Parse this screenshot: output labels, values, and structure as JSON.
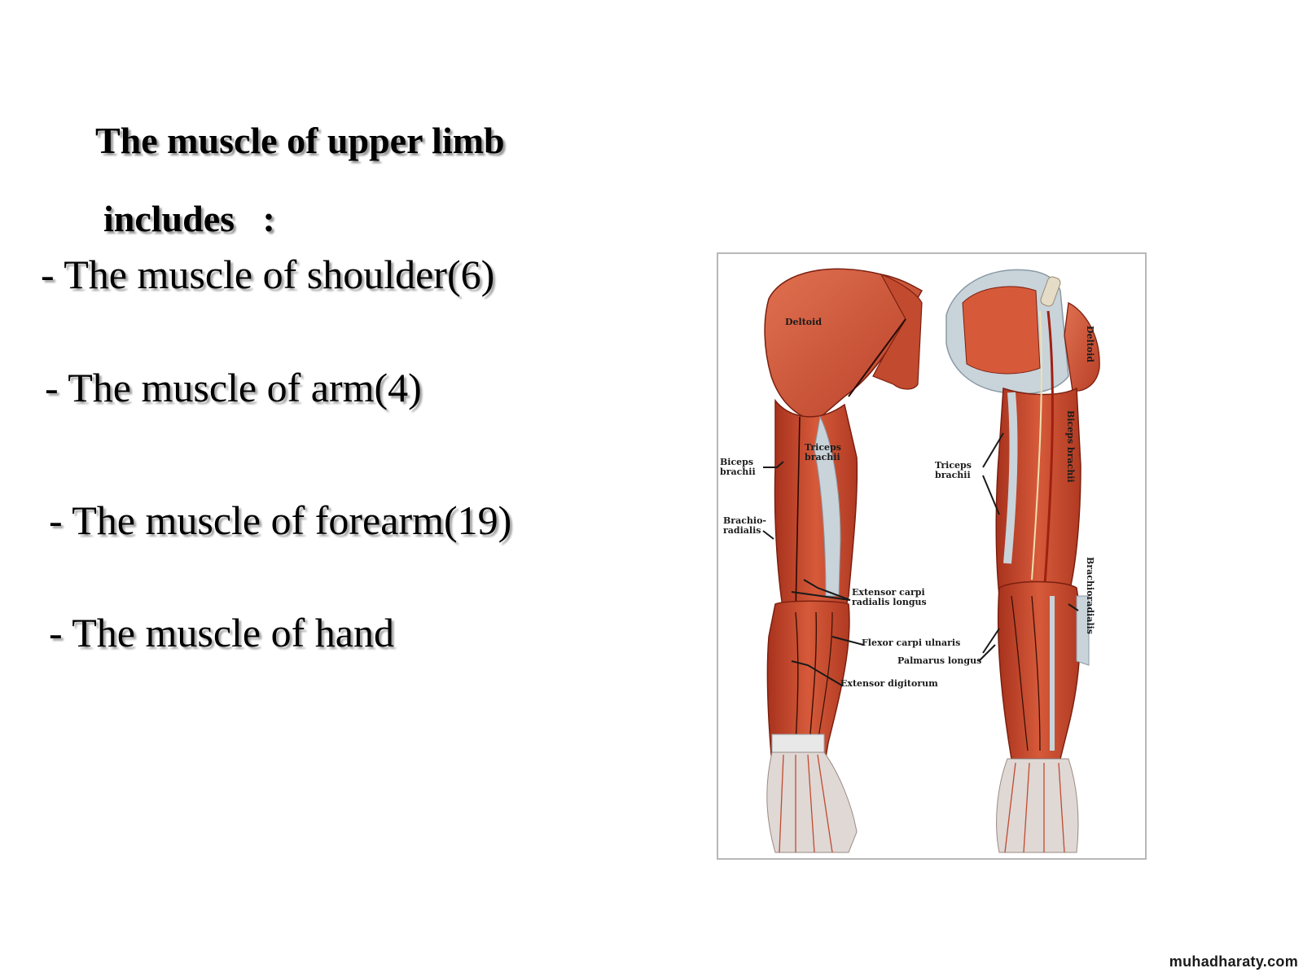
{
  "slide": {
    "title": "The muscle of upper limb",
    "subtitle": "includes   :",
    "items": [
      "- The muscle of shoulder(6)",
      "- The muscle of arm(4)",
      "- The muscle of forearm(19)",
      "- The muscle of hand"
    ]
  },
  "figure": {
    "labels": {
      "deltoid_left": "Deltoid",
      "deltoid_right": "Deltoid",
      "biceps_left_1": "Biceps",
      "biceps_left_2": "brachii",
      "triceps_left_1": "Triceps",
      "triceps_left_2": "brachii",
      "triceps_right_1": "Triceps",
      "triceps_right_2": "brachii",
      "biceps_right": "Biceps brachii",
      "brachioradialis_left_1": "Brachio-",
      "brachioradialis_left_2": "radialis",
      "brachioradialis_right": "Brachioradialis",
      "ecrl_1": "Extensor carpi",
      "ecrl_2": "radialis longus",
      "fcu": "Flexor carpi ulnaris",
      "pl": "Palmarus longus",
      "ed": "Extensor digitorum"
    },
    "colors": {
      "muscle": "#c8442a",
      "muscle_light": "#e06a4a",
      "tendon": "#c9d3da",
      "line": "#1a1a1a"
    }
  },
  "watermark": "muhadharaty.com"
}
